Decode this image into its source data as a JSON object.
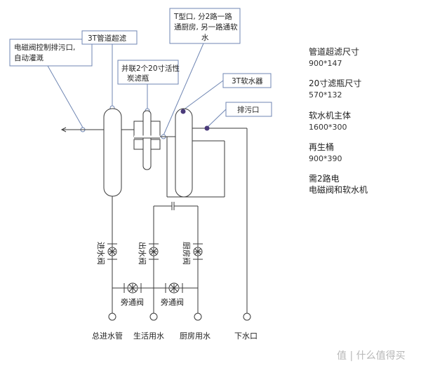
{
  "callouts": {
    "solenoid": [
      "电磁阀控制排污口,",
      "自动灌溉"
    ],
    "pipe_filter": [
      "3T管道超滤"
    ],
    "carbon": [
      "并联2个20寸活性",
      "炭滤瓶"
    ],
    "t_port": [
      "T型口, 分2路一路",
      "通厨房, 另一路通软",
      "水"
    ],
    "softener": [
      "3T软水器"
    ],
    "drain_port": [
      "排污口"
    ]
  },
  "valves": {
    "inlet": "进水阀",
    "outlet": "出水阀",
    "kitchen": "厨房阀",
    "bypass_left": "旁通阀",
    "bypass_right": "旁通阀"
  },
  "bottom_labels": {
    "main_inlet": "总进水管",
    "domestic": "生活用水",
    "kitchen": "厨房用水",
    "drain": "下水口"
  },
  "specs": [
    {
      "title": "管道超滤尺寸",
      "value": "900*147"
    },
    {
      "title": "20寸滤瓶尺寸",
      "value": "570*132"
    },
    {
      "title": "软水机主体",
      "value": "1600*300"
    },
    {
      "title": "再生桶",
      "value": "900*390"
    },
    {
      "title": "需2路电",
      "value": "电磁阀和软水机"
    }
  ],
  "watermark": "值 | 什么值得买",
  "colors": {
    "stroke": "#3a3a3a",
    "callout_stroke": "#6f86b3",
    "callout_fill": "#ffffff",
    "node_fill": "#4a3a7a"
  }
}
